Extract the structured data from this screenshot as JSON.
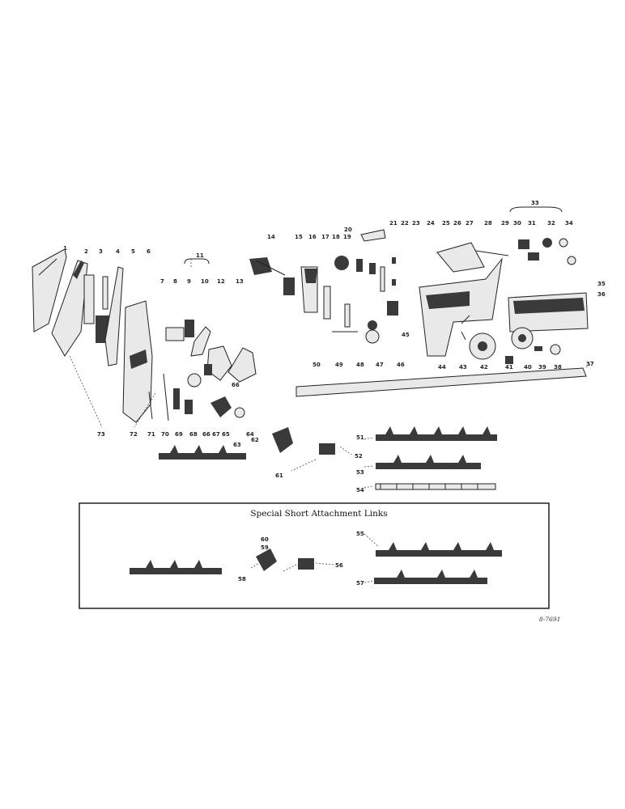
{
  "inset": {
    "title": "Special Short Attachment Links",
    "labels": [
      "60",
      "59",
      "58",
      "55",
      "56",
      "57"
    ]
  },
  "drawing_number": "8-7691",
  "labels": [
    "1",
    "2",
    "3",
    "4",
    "5",
    "6",
    "7",
    "8",
    "9",
    "10",
    "11",
    "12",
    "13",
    "14",
    "15",
    "16",
    "17",
    "18",
    "19",
    "20",
    "21",
    "22",
    "23",
    "24",
    "25",
    "26",
    "27",
    "28",
    "29",
    "30",
    "31",
    "32",
    "33",
    "34",
    "35",
    "36",
    "37",
    "38",
    "39",
    "40",
    "41",
    "42",
    "43",
    "44",
    "45",
    "46",
    "47",
    "48",
    "49",
    "50",
    "51",
    "52",
    "53",
    "54",
    "61",
    "62",
    "63",
    "64",
    "65",
    "66",
    "66",
    "67",
    "68",
    "69",
    "70",
    "71",
    "72",
    "73"
  ]
}
